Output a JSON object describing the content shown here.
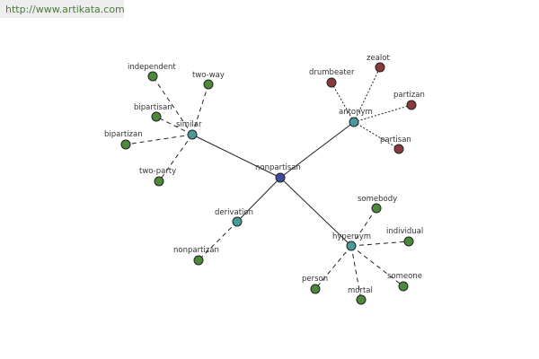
{
  "header": {
    "url": "http://www.artikata.com"
  },
  "colors": {
    "center": "#3f4a9c",
    "relation": "#4a9a9a",
    "leaf_green": "#4a8a3a",
    "leaf_red": "#8a3a3a"
  },
  "graph": {
    "center": {
      "label": "nonpartisan"
    },
    "groups": [
      {
        "name": "similar",
        "label": "similar",
        "edge_style": "dashed",
        "leaf_color": "leaf_green",
        "leaves": [
          "independent",
          "two-way",
          "bipartisan",
          "bipartizan",
          "two-party"
        ]
      },
      {
        "name": "antonym",
        "label": "antonym",
        "edge_style": "dotted",
        "leaf_color": "leaf_red",
        "leaves": [
          "drumbeater",
          "zealot",
          "partizan",
          "partisan"
        ]
      },
      {
        "name": "derivation",
        "label": "derivation",
        "edge_style": "dashed",
        "leaf_color": "leaf_green",
        "leaves": [
          "nonpartizan"
        ]
      },
      {
        "name": "hypernym",
        "label": "hypernym",
        "edge_style": "dashed",
        "leaf_color": "leaf_green",
        "leaves": [
          "somebody",
          "individual",
          "someone",
          "mortal",
          "person"
        ]
      }
    ]
  }
}
